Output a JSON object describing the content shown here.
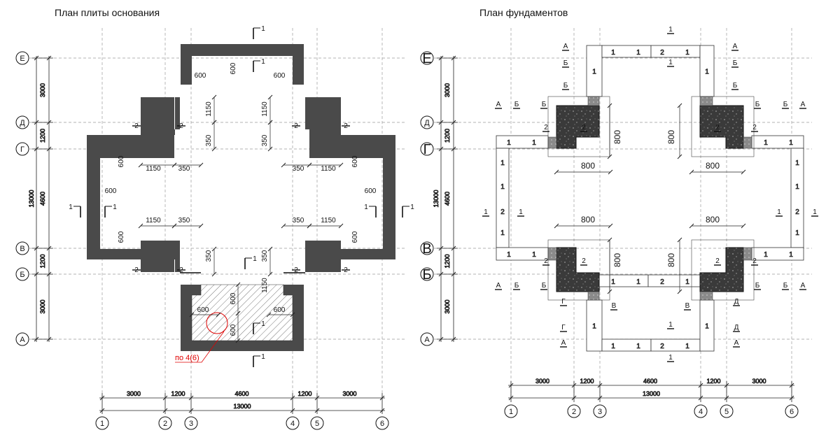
{
  "left_plan": {
    "title": "План плиты основания",
    "axes_v": [
      "1",
      "2",
      "3",
      "4",
      "5",
      "6"
    ],
    "axes_h": [
      "Е",
      "Д",
      "Г",
      "В",
      "Б",
      "А"
    ],
    "dims_bottom": [
      "3000",
      "1200",
      "4600",
      "1200",
      "3000"
    ],
    "dim_total": "13000",
    "dims_left": [
      "3000",
      "1200",
      "4600",
      "1200",
      "3000"
    ],
    "dim_left_total": "13000",
    "d600": "600",
    "d1150": "1150",
    "d350": "350",
    "section1": "1",
    "section2": "2",
    "callout": "по 4(6)"
  },
  "right_plan": {
    "title": "План фундаментов",
    "axes_v": [
      "1",
      "2",
      "3",
      "4",
      "5",
      "6"
    ],
    "axes_h": [
      "Е",
      "Д",
      "Г",
      "В",
      "Б",
      "А"
    ],
    "dims_bottom": [
      "3000",
      "1200",
      "4600",
      "1200",
      "3000"
    ],
    "dim_total": "13000",
    "dims_left": [
      "3000",
      "1200",
      "4600",
      "1200",
      "3000"
    ],
    "dim_left_total": "13000",
    "d800": "800",
    "block1": "1",
    "block2": "2",
    "sec_A": "А",
    "sec_B": "Б",
    "sec_V": "В",
    "sec_G": "Г",
    "sec_D": "Д",
    "sec_1": "1",
    "sec_2": "2"
  },
  "colors": {
    "slab": "#4a4a4a",
    "concrete": "#3a3a3a",
    "callout": "#e00000",
    "grid": "#9a9a9a"
  }
}
